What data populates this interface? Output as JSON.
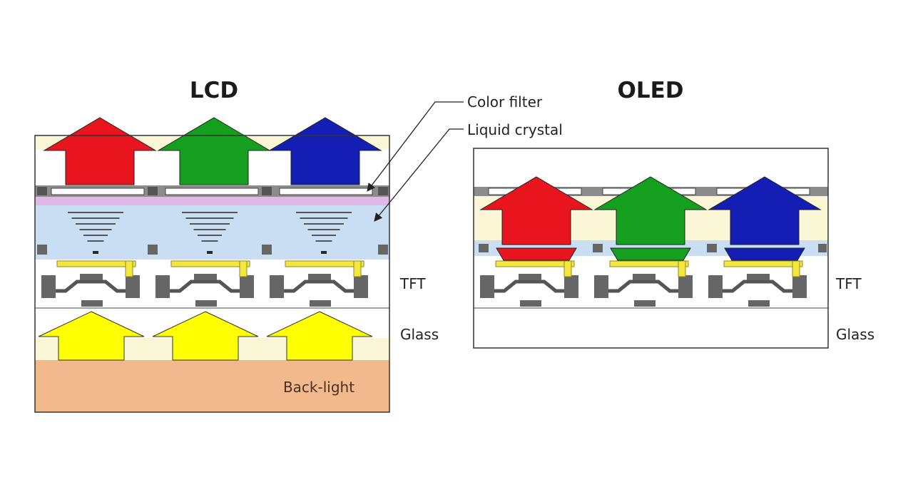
{
  "lcd": {
    "title": "LCD",
    "labels": {
      "color_filter": "Color filter",
      "liquid_crystal": "Liquid crystal",
      "tft": "TFT",
      "glass": "Glass",
      "backlight": "Back-light"
    }
  },
  "oled": {
    "title": "OLED",
    "labels": {
      "tft": "TFT",
      "glass": "Glass"
    }
  },
  "colors": {
    "red": "#e8141e",
    "green": "#14a01e",
    "blue": "#141eb4",
    "yellow": "#ffff00",
    "backlight": "#f2b98c",
    "liquid_crystal": "#c9ddf3",
    "filter_band": "#e0b8e6",
    "cream": "#fbf7d6",
    "electrode": "#f5e83c",
    "dark_gray": "#666666"
  }
}
